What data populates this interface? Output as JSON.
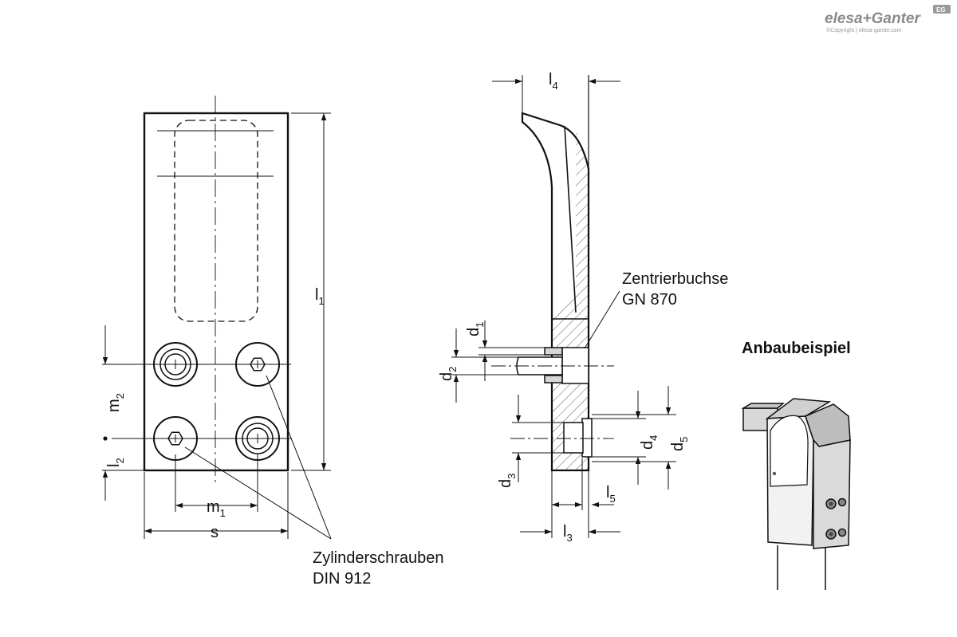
{
  "brand": {
    "name": "elesa+Ganter",
    "copyright": "©Copyright | elesa-ganter.com",
    "badge": "EG"
  },
  "front_view": {
    "l1": "l",
    "l1_sub": "1",
    "l2": "l",
    "l2_sub": "2",
    "m1": "m",
    "m1_sub": "1",
    "m2": "m",
    "m2_sub": "2",
    "s": "s"
  },
  "side_view": {
    "l3": "l",
    "l3_sub": "3",
    "l4": "l",
    "l4_sub": "4",
    "l5": "l",
    "l5_sub": "5",
    "d1": "d",
    "d1_sub": "1",
    "d2": "d",
    "d2_sub": "2",
    "d3": "d",
    "d3_sub": "3",
    "d4": "d",
    "d4_sub": "4",
    "d5": "d",
    "d5_sub": "5"
  },
  "callouts": {
    "bushing_line1": "Zentrierbuchse",
    "bushing_line2": "GN 870",
    "screws_line1": "Zylinderschrauben",
    "screws_line2": "DIN 912"
  },
  "example": {
    "title": "Anbaubeispiel"
  }
}
